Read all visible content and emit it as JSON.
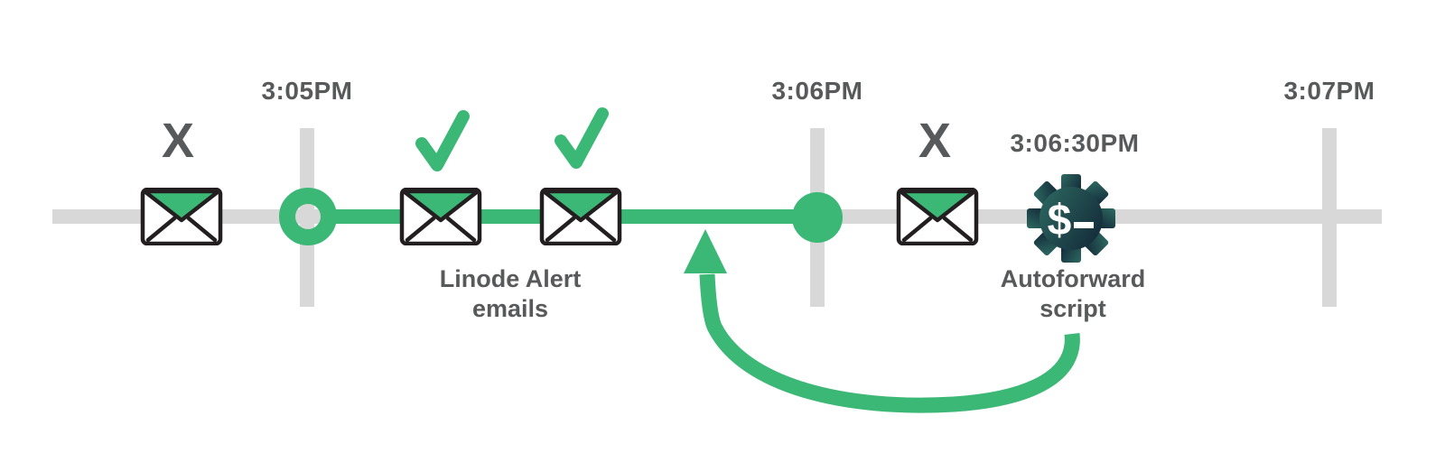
{
  "colors": {
    "green": "#3cb876",
    "gray_line": "#d8d8d8",
    "text": "#58595b",
    "outline": "#231f20",
    "gear_start": "#2d6a61",
    "gear_end": "#16303d",
    "bg": "#ffffff"
  },
  "timeline": {
    "tick_labels": [
      "3:05PM",
      "3:06PM",
      "3:07PM"
    ],
    "script_time_label": "3:06:30PM"
  },
  "markers": {
    "failed": "X"
  },
  "labels": {
    "alert_group_line1": "Linode Alert",
    "alert_group_line2": "emails",
    "script_group_line1": "Autoforward",
    "script_group_line2": "script"
  },
  "gear": {
    "glyph": "$"
  },
  "events": [
    {
      "icon": "envelope",
      "time_position": "before 3:05PM",
      "status": "not-forwarded (X)"
    },
    {
      "icon": "envelope",
      "time_position": "between 3:05PM and 3:06PM",
      "status": "forwarded (check)"
    },
    {
      "icon": "envelope",
      "time_position": "between 3:05PM and 3:06PM",
      "status": "forwarded (check)"
    },
    {
      "icon": "envelope",
      "time_position": "after 3:06PM",
      "status": "not-forwarded (X)"
    },
    {
      "icon": "gear-script",
      "time_position": "3:06:30PM",
      "status": "autoforward script run, loops back to timeline"
    }
  ]
}
